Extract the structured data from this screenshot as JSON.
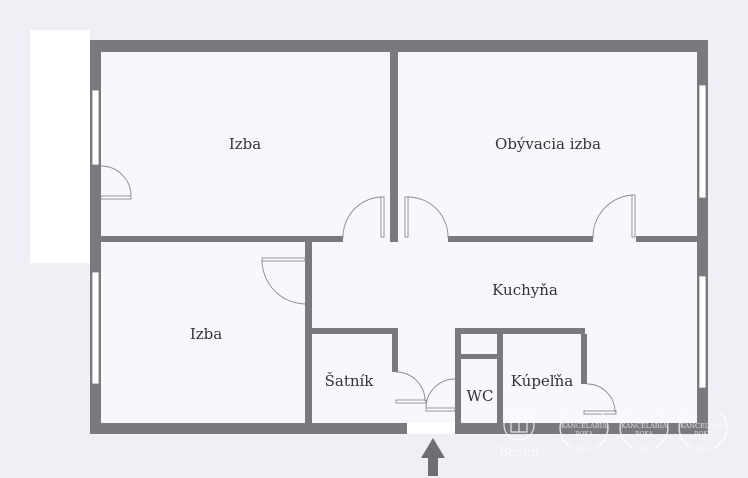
{
  "rooms": [
    {
      "id": "izba-1",
      "label": "Izba"
    },
    {
      "id": "obyvacia",
      "label": "Obývacia izba"
    },
    {
      "id": "kuchyna",
      "label": "Kuchyňa"
    },
    {
      "id": "izba-2",
      "label": "Izba"
    },
    {
      "id": "satnik",
      "label": "Šatník"
    },
    {
      "id": "wc",
      "label": "WC"
    },
    {
      "id": "kupelna",
      "label": "Kúpeľňa"
    }
  ],
  "watermark": {
    "brand": "Bosen",
    "awards": [
      {
        "line1": "KANCELÁRIA",
        "line2": "ROKA",
        "year": "2021"
      },
      {
        "line1": "KANCELÁRIA",
        "line2": "ROKA",
        "year": "2022"
      },
      {
        "line1": "KANCELÁRIA",
        "line2": "ROKA",
        "year": "2023"
      }
    ]
  },
  "colors": {
    "background": "#eef0f5",
    "floor": "#f7f8fb",
    "wall": "#7a7a7e",
    "window": "#ffffff",
    "arrow": "#6f6f73"
  },
  "icons": {
    "entrance": "entrance-arrow-icon",
    "logo": "bosen-logo-icon",
    "award": "award-laurel-icon"
  }
}
